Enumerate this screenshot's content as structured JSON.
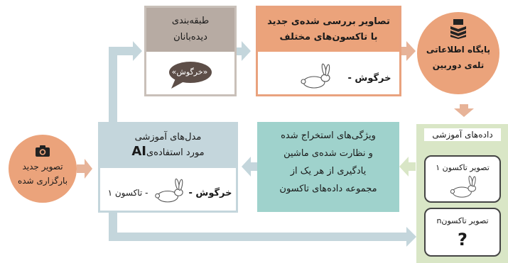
{
  "colors": {
    "arrow_grey": "#c4d6dc",
    "classifier_head": "#b7aba3",
    "classifier_border": "#c9c0b9",
    "new_images_head": "#eba37b",
    "new_images_border": "#e9a27e",
    "database": "#eba37b",
    "training_data": "#d9e6c6",
    "ai_models_head": "#c4d6dc",
    "features_box": "#9fd2cc",
    "new_image": "#eba37b",
    "speech_bubble": "#5d4e48"
  },
  "classifier": {
    "title_line1": "طبقه‌بندی",
    "title_line2": "دیده‌بانان",
    "bubble_text": "«خرگوش»",
    "icon": "speech-bubble-icon"
  },
  "new_images": {
    "title_line1": "تصاویر بررسی شده‌ی جدید",
    "title_line2": "با تاکسون‌های مختلف",
    "label": "خرگوش -",
    "icon": "rabbit-icon"
  },
  "database": {
    "line1": "پایگاه اطلاعاتی",
    "line2": "تله‌ی دوربین",
    "icon": "database-stack-icon"
  },
  "training": {
    "header": "داده‌های آموزشی",
    "card1_label": "تصویر تاکسون ۱",
    "card1_icon": "rabbit-icon",
    "card2_label": "تصویر تاکسونn",
    "card2_symbol": "?"
  },
  "features": {
    "line1": "ویژگی‌های استخراج شده",
    "line2": "و نظارت شده‌ی ماشین",
    "line3": "یادگیری از هر یک از",
    "line4": "مجموعه داده‌های تاکسون"
  },
  "ai_models": {
    "title_line1": "مدل‌های آموزشی",
    "title_line2": "مورد استفاده‌ی",
    "title_ai": "AI",
    "label_name": "خرگوش -",
    "label_taxon": "- تاکسون ۱",
    "icon": "rabbit-icon"
  },
  "new_image": {
    "line1": "تصویر جدید",
    "line2": "بارگزاری شده",
    "icon": "camera-icon"
  }
}
